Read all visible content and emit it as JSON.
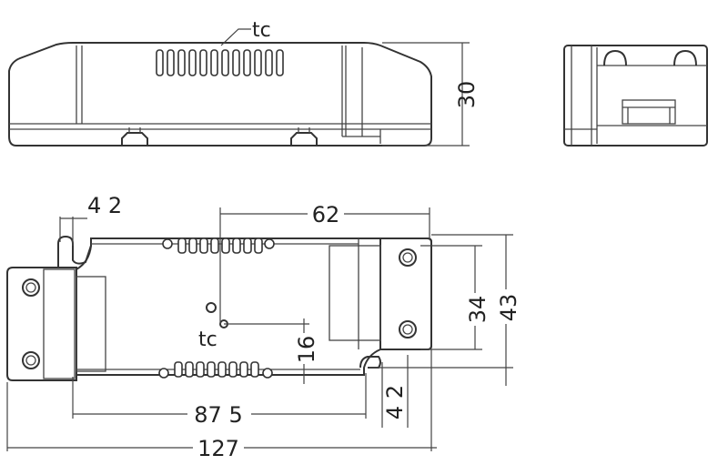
{
  "labels": {
    "tc_side": "tc",
    "tc_top": "tc",
    "dim_30": "30",
    "dim_4_2_top": "4 2",
    "dim_62": "62",
    "dim_34": "34",
    "dim_43": "43",
    "dim_16": "16",
    "dim_87_5": "87 5",
    "dim_4_2_right": "4 2",
    "dim_127": "127"
  }
}
